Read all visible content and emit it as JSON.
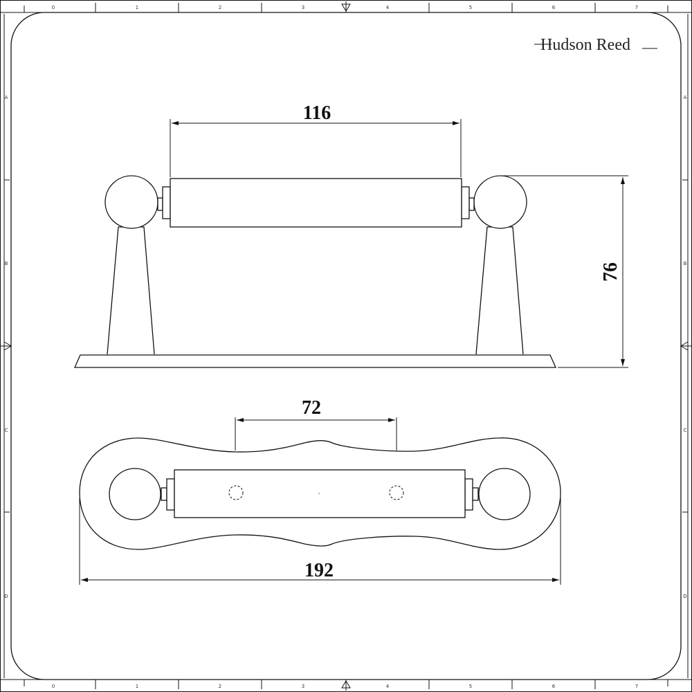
{
  "brand": {
    "name": "Hudson Reed"
  },
  "frame": {
    "top_columns": [
      "0",
      "1",
      "2",
      "3",
      "4",
      "5",
      "6",
      "7"
    ],
    "rows": [
      "A",
      "B",
      "C",
      "D"
    ]
  },
  "dimensions": {
    "side_bar_length": "116",
    "side_height": "76",
    "top_hole_spacing": "72",
    "top_overall_length": "192"
  }
}
